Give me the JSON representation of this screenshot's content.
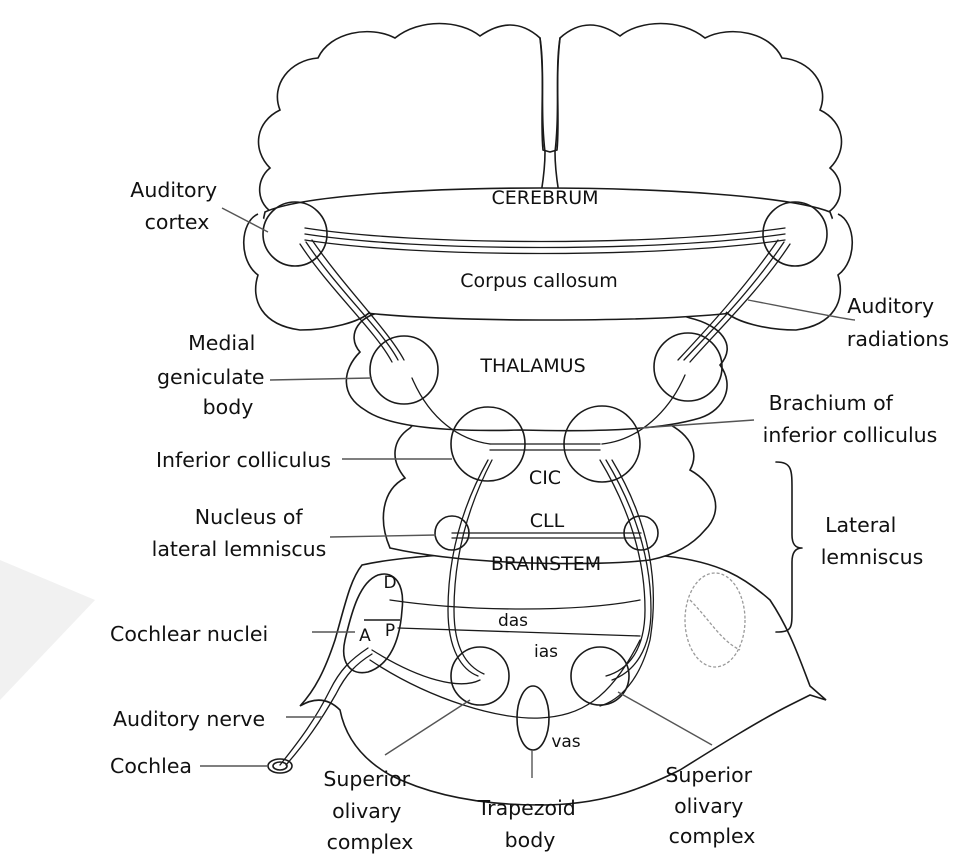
{
  "labels": {
    "cerebrum": "CEREBRUM",
    "auditory_cortex": [
      "Auditory",
      "cortex"
    ],
    "corpus_callosum": "Corpus callosum",
    "auditory_radiations": [
      "Auditory",
      "radiations"
    ],
    "medial_geniculate": [
      "Medial",
      "geniculate",
      "body"
    ],
    "thalamus": "THALAMUS",
    "brachium": [
      "Brachium of",
      "inferior colliculus"
    ],
    "inferior_colliculus": "Inferior colliculus",
    "cic": "CIC",
    "nucleus_ll": [
      "Nucleus of",
      "lateral lemniscus"
    ],
    "cll": "CLL",
    "lateral_lemniscus": [
      "Lateral",
      "lemniscus"
    ],
    "brainstem": "BRAINSTEM",
    "cochlear_nuclei": "Cochlear nuclei",
    "cn_d": "D",
    "cn_a": "A",
    "cn_p": "P",
    "das": "das",
    "ias": "ias",
    "vas": "vas",
    "auditory_nerve": "Auditory nerve",
    "cochlea": "Cochlea",
    "soc_left": [
      "Superior",
      "olivary",
      "complex"
    ],
    "trapezoid": [
      "Trapezoid",
      "body"
    ],
    "soc_right": [
      "Superior",
      "olivary",
      "complex"
    ]
  }
}
